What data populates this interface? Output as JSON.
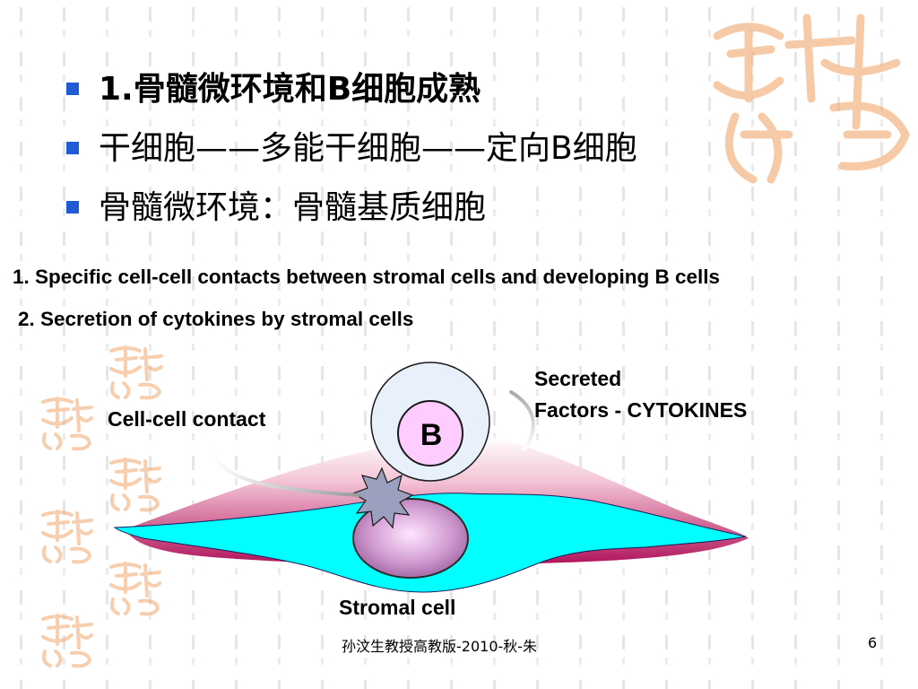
{
  "slide": {
    "bullets": [
      "1.骨髓微环境和B细胞成熟",
      "干细胞——多能干细胞——定向B细胞",
      "骨髓微环境：骨髓基质细胞"
    ],
    "points": [
      "1. Specific cell-cell contacts between stromal cells and developing B cells",
      "2. Secretion of cytokines by stromal cells"
    ]
  },
  "diagram": {
    "b_cell_label": "B",
    "contact_label": "Cell-cell contact",
    "secreted_label_line1": "Secreted",
    "secreted_label_line2": "Factors - CYTOKINES",
    "stromal_label": "Stromal cell"
  },
  "footer": {
    "author": "孙汶生教授高教版-2010-秋-朱",
    "page_number": "6"
  },
  "colors": {
    "bullet": "#1f5bd6",
    "stromal_cytoplasm": "#00ffff",
    "stromal_under": "#b0125a",
    "nucleus": "#c890c8",
    "b_cell_inner": "#ffccff",
    "b_cell_outer": "#e8f0fb",
    "decoration": "#f2a060"
  },
  "icons": {
    "bullet": "blue-square-icon",
    "contact": "starburst-icon",
    "decoration": "seal-stamp-icon"
  }
}
